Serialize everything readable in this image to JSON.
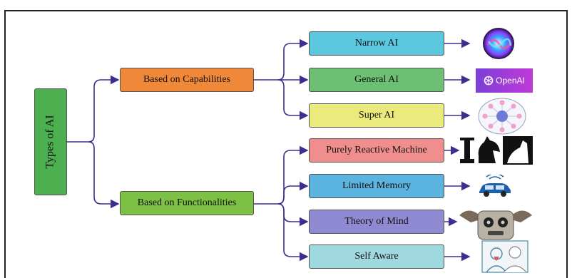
{
  "root": {
    "label": "Types of AI"
  },
  "categories": [
    {
      "label": "Based on Capabilities"
    },
    {
      "label": "Based on Functionalities"
    }
  ],
  "leaves": [
    {
      "label": "Narrow AI",
      "icon": "siri-orb-icon"
    },
    {
      "label": "General AI",
      "icon": "openai-logo-icon"
    },
    {
      "label": "Super AI",
      "icon": "ai-network-wheel-icon"
    },
    {
      "label": "Purely Reactive Machine",
      "icon": "chess-knight-icon"
    },
    {
      "label": "Limited Memory",
      "icon": "self-driving-car-icon"
    },
    {
      "label": "Theory of Mind",
      "icon": "robot-face-icon"
    },
    {
      "label": "Self Aware",
      "icon": "human-robot-icon"
    }
  ],
  "logo": {
    "text": "OpenAI"
  },
  "colors": {
    "root": "#4caf50",
    "capabilities": "#f0883a",
    "functionalities": "#7cc143",
    "connector": "#3a2f8f"
  }
}
